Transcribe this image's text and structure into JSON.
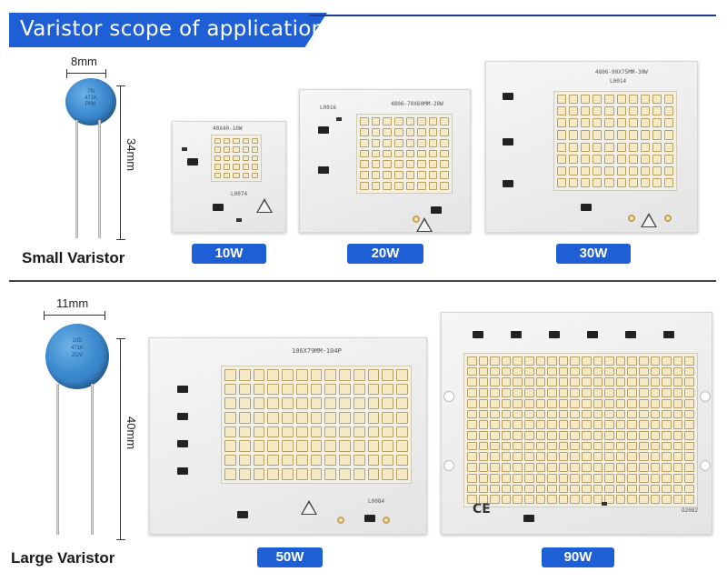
{
  "header": {
    "title": "Varistor scope of application"
  },
  "sections": {
    "small": {
      "title": "Small Varistor",
      "width_label": "8mm",
      "height_label": "34mm",
      "disc_text": [
        "7N",
        "471K",
        "PRK"
      ],
      "boards": [
        {
          "badge": "10W",
          "silk_top": "40X40-10W",
          "silk_code": "L0074"
        },
        {
          "badge": "20W",
          "silk_top": "4806-70X60MM-20W",
          "silk_code": "L0016"
        },
        {
          "badge": "30W",
          "silk_top": "4806-90X75MM-30W",
          "silk_code": "L0014"
        }
      ]
    },
    "large": {
      "title": "Large Varistor",
      "width_label": "11mm",
      "height_label": "40mm",
      "disc_text": [
        "10D",
        "471K",
        "ZOV"
      ],
      "boards": [
        {
          "badge": "50W",
          "silk_top": "106X79MM-104P",
          "silk_code": "L0084"
        },
        {
          "badge": "90W",
          "silk_top": "",
          "silk_code": "O2082",
          "mark": "CE"
        }
      ]
    }
  },
  "colors": {
    "accent": "#1f5fd6",
    "divider": "#444444"
  }
}
